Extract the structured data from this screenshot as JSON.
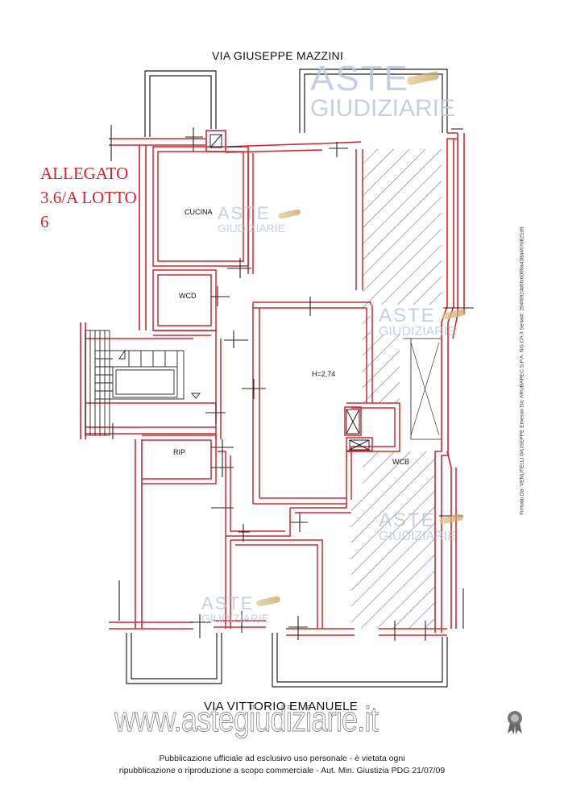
{
  "document": {
    "street_top": "VIA GIUSEPPE MAZZINI",
    "street_bottom": "VIA VITTORIO EMANUELE",
    "annex_label": {
      "line1": "ALLEGATO",
      "line2": "3.6/A LOTTO",
      "line3": "6"
    },
    "rooms": {
      "kitchen": "CUCINA",
      "wc_top": "WCD",
      "main_room": "H=2,74",
      "storage": "RIP",
      "wc_bottom": "WCB"
    },
    "watermark": {
      "word1": "ASTE",
      "word2": "GIUDIZIARIE"
    },
    "site_watermark": "www.astegiudiziarie.it",
    "publication_notice": {
      "line1": "Pubblicazione ufficiale ad esclusivo uso personale - è vietata ogni",
      "line2": "ripubblicazione o riproduzione a scopo commerciale - Aut. Min. Giustizia PDG 21/07/09"
    },
    "signature_text": "Firmato Da: VENUTELLI GIUSEPPE Emesso Da: ARUBAPEC S.P.A. NG CA 3 Serial#: 204f6924b5fc6000a438a467d821d9"
  },
  "colors": {
    "wall": "#e0202a",
    "line": "#222222",
    "hatch": "#333333",
    "annex_text": "#e0202a",
    "watermark": "#b8c6d8"
  }
}
